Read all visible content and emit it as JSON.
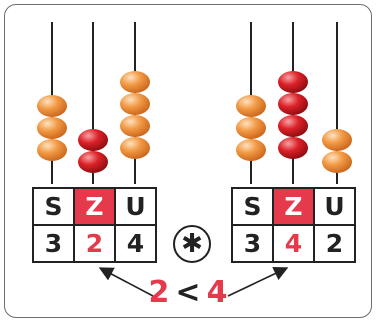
{
  "abacus": [
    {
      "headers": [
        "S",
        "Z",
        "U"
      ],
      "digits": [
        "3",
        "2",
        "4"
      ],
      "highlight_column": 1
    },
    {
      "headers": [
        "S",
        "Z",
        "U"
      ],
      "digits": [
        "3",
        "4",
        "2"
      ],
      "highlight_column": 1
    }
  ],
  "comparison_symbol": "✱",
  "comparison": {
    "left": "2",
    "operator": "<",
    "right": "4"
  },
  "colors": {
    "orange_bead": "#f0953d",
    "red_bead": "#d81e24",
    "highlight": "#e53a4c",
    "frame": "#6d6d6d"
  }
}
